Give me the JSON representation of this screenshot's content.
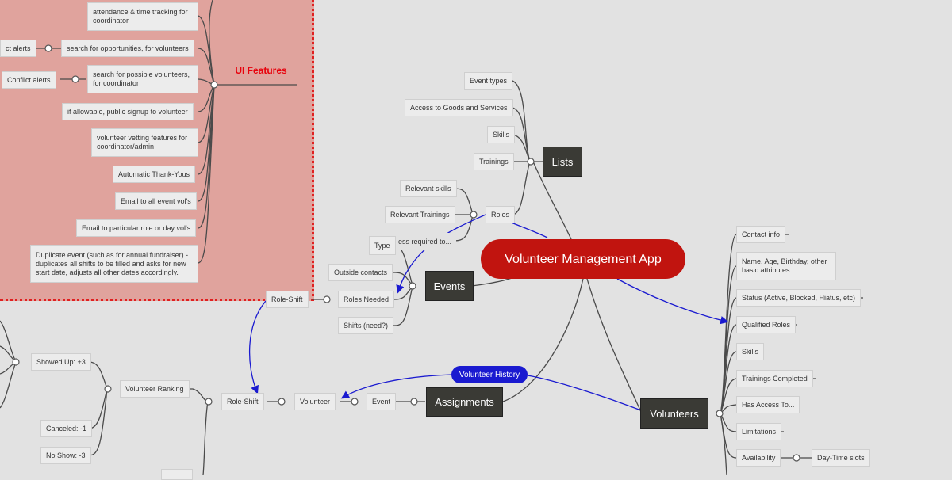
{
  "central": "Volunteer Management App",
  "branches": {
    "lists": "Lists",
    "events": "Events",
    "assignments": "Assignments",
    "volunteers": "Volunteers"
  },
  "lists_items": [
    "Event types",
    "Access to Goods and Services",
    "Skills",
    "Trainings",
    "Roles"
  ],
  "roles_items": [
    "Relevant skills",
    "Relevant Trainings",
    "ess required to..."
  ],
  "events_items": [
    "Type",
    "Outside contacts",
    "Roles Needed",
    "Shifts (need?)"
  ],
  "role_shift_upper": "Role-Shift",
  "assignments_chain": [
    "Event",
    "Volunteer",
    "Role-Shift"
  ],
  "volunteer_ranking": "Volunteer Ranking",
  "ranking_items": [
    "Showed Up: +3",
    "Canceled: -1",
    "No Show: -3"
  ],
  "volunteer_history": "Volunteer History",
  "volunteers_items": [
    "Contact info",
    "Name, Age, Birthday, other basic attributes",
    "Status (Active, Blocked, Hiatus, etc)",
    "Qualified Roles",
    "Skills",
    "Trainings Completed",
    "Has Access To...",
    "Limitations",
    "Availability"
  ],
  "availability_child": "Day-Time slots",
  "ui_features_title": "UI Features",
  "ui_features_items": [
    "attendance & time tracking for coordinator",
    "search for opportunities, for volunteers",
    "search for possible volunteers, for coordinator",
    "if allowable, public signup to volunteer",
    "volunteer vetting features for coordinator/admin",
    "Automatic Thank-Yous",
    "Email to all event vol's",
    "Email to particular role or day vol's",
    "Duplicate event (such as for annual fundraiser) - duplicates all shifts to be filled and asks for new start date, adjusts all other dates accordingly."
  ],
  "conflict_alerts": [
    "ct alerts",
    "Conflict alerts"
  ],
  "colors": {
    "central": "#c1140f",
    "dark_node": "#3a3a35",
    "relationship": "#1a1ad0",
    "ui_region": "#e0a39d",
    "ui_border": "#e02020"
  }
}
